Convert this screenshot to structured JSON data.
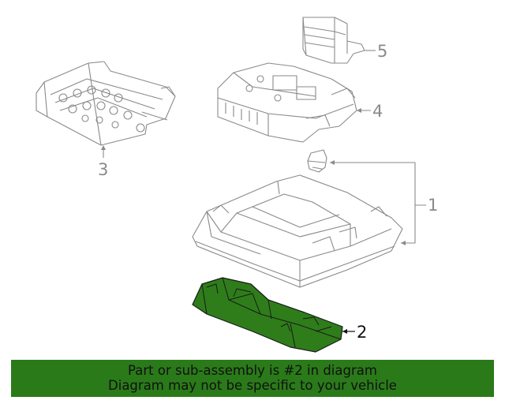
{
  "callouts": {
    "c1": "1",
    "c2": "2",
    "c3": "3",
    "c4": "4",
    "c5": "5"
  },
  "banner": {
    "line1": "Part or sub-assembly is #2 in diagram",
    "line2": "Diagram may not be specific to your vehicle"
  },
  "colors": {
    "highlight_part": "#2e7d1a",
    "banner_bg": "#2a7a1a",
    "line_gray": "#8a8a8a"
  }
}
